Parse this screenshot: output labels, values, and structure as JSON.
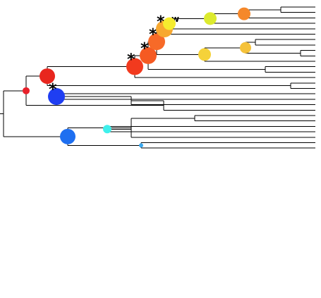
{
  "tree": {
    "root": {
      "children": [
        {
          "children": [
            {
              "children": [
                {
                  "children": [
                    {
                      "children": [
                        {
                          "children": [
                            {
                              "children": [
                                {
                                  "children": [
                                    {
                                      "children": [
                                        {
                                          "children": [
                                            {
                                              "children": [
                                                {},
                                                {}
                                              ]
                                            },
                                            {}
                                          ]
                                        },
                                        {}
                                      ]
                                    },
                                    {}
                                  ]
                                },
                                {}
                              ]
                            },
                            {
                              "children": [
                                {
                                  "children": [
                                    {
                                      "children": [
                                        {},
                                        {}
                                      ]
                                    },
                                    {
                                      "children": [
                                        {},
                                        {}
                                      ]
                                    }
                                  ]
                                },
                                {}
                              ]
                            }
                          ]
                        },
                        {
                          "children": [
                            {},
                            {}
                          ]
                        }
                      ]
                    },
                    {}
                  ]
                },
                {
                  "children": [
                    {},
                    {}
                  ]
                }
              ]
            },
            {
              "children": [
                {
                  "children": [
                    {
                      "children": [
                        {},
                        {}
                      ]
                    },
                    {}
                  ]
                },
                {}
              ]
            }
          ]
        },
        {
          "children": [
            {
              "children": [
                {
                  "children": [
                    {},
                    {}
                  ]
                },
                {
                  "children": [
                    {},
                    {}
                  ]
                },
                {}
              ]
            },
            {
              "children": [
                {},
                {}
              ]
            }
          ]
        }
      ]
    }
  },
  "node_markers": [
    {
      "id": "root",
      "color": "#e8202a",
      "asterisk": false
    },
    {
      "id": "blue-clade",
      "color": "#1f3ef2",
      "asterisk": true
    },
    {
      "id": "blue-sub",
      "color": "#1e6ff0",
      "asterisk": false
    },
    {
      "id": "red-clade",
      "color": "#e8261e",
      "asterisk": false
    },
    {
      "id": "orange-1",
      "color": "#f23a1e",
      "asterisk": true
    },
    {
      "id": "orange-2",
      "color": "#f55a22",
      "asterisk": true
    },
    {
      "id": "orange-3",
      "color": "#f76a28",
      "asterisk": true
    },
    {
      "id": "orange-w",
      "color": "#f7a830",
      "asterisk": true,
      "label": "w"
    },
    {
      "id": "yellow-upper",
      "color": "#f5ec2e",
      "asterisk": false
    },
    {
      "id": "yellow-right",
      "color": "#dcea2e",
      "asterisk": false
    },
    {
      "id": "top-orange",
      "color": "#f5882a",
      "asterisk": false
    },
    {
      "id": "yellow-lower",
      "color": "#f5d23a",
      "asterisk": false
    },
    {
      "id": "gold-inner",
      "color": "#f5c23a",
      "asterisk": false
    },
    {
      "id": "cyan-clade",
      "color": "#3ff0ec",
      "asterisk": false
    },
    {
      "id": "sky-small",
      "color": "#39a8f0",
      "asterisk": false
    },
    {
      "id": "green-small",
      "color": "#39e8a0",
      "asterisk": false
    }
  ],
  "asterisk_symbol": "*"
}
